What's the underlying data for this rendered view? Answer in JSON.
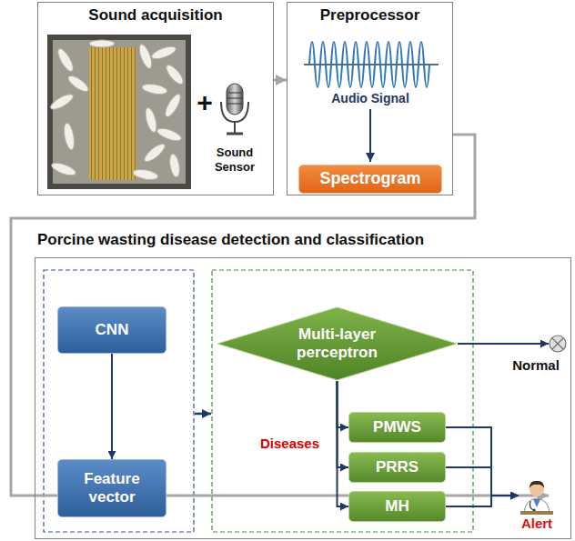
{
  "diagram": {
    "nodes": [
      {
        "text": [
          "Sound acquisition"
        ]
      },
      {
        "text": [
          "Preprocessor"
        ]
      },
      {
        "text": [
          "Spectrogram"
        ],
        "in": 1
      },
      {
        "text": [
          "Porcine wasting disease detection and classification"
        ]
      },
      {
        "text": [
          "CNN"
        ],
        "in": 3
      },
      {
        "text": [
          "Feature vector"
        ],
        "in": 3
      },
      {
        "text": [
          "Multi-layer perceptron"
        ],
        "in": 3
      },
      {
        "text": [
          "Normal"
        ],
        "in": 3
      },
      {
        "text": [
          "PMWS"
        ],
        "in": 3
      },
      {
        "text": [
          "PRRS"
        ],
        "in": 3
      },
      {
        "text": [
          "MH"
        ],
        "in": 3
      },
      {
        "text": [
          "Alert"
        ],
        "in": 3
      }
    ],
    "edges": [
      {
        "from": 0,
        "to": 1,
        "arrow": "to"
      },
      {
        "from": 1,
        "to": 3,
        "arrow": "to"
      },
      {
        "from": 4,
        "to": 5,
        "arrow": "to"
      },
      {
        "from": 6,
        "to": 7,
        "arrow": "to"
      },
      {
        "from": 6,
        "to": 8,
        "arrow": "to"
      },
      {
        "from": 6,
        "to": 9,
        "arrow": "to"
      },
      {
        "from": 6,
        "to": 10,
        "arrow": "to"
      },
      {
        "from": 8,
        "to": 11,
        "arrow": "to"
      },
      {
        "from": 9,
        "to": 11,
        "arrow": "to"
      },
      {
        "from": 10,
        "to": 11,
        "arrow": "to"
      }
    ],
    "labels": [
      "+",
      "Sound Sensor",
      "Audio Signal",
      "Diseases"
    ]
  }
}
